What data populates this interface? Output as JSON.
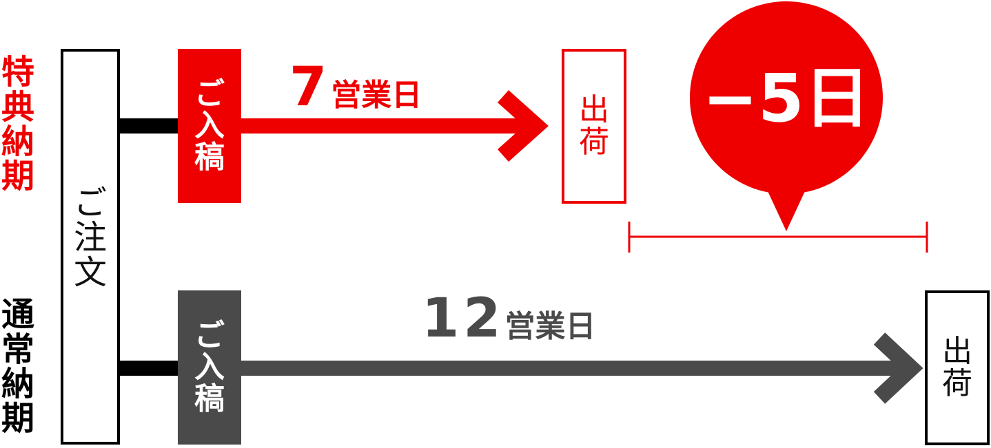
{
  "special": {
    "label": [
      "特",
      "典",
      "納",
      "期"
    ],
    "submit_label": [
      "ご",
      "入",
      "稿"
    ],
    "days_number": "7",
    "days_unit": "営業日",
    "ship_label": [
      "出",
      "荷"
    ]
  },
  "normal": {
    "label": [
      "通",
      "常",
      "納",
      "期"
    ],
    "submit_label": [
      "ご",
      "入",
      "稿"
    ],
    "days_number": "12",
    "days_unit": "営業日",
    "ship_label": [
      "出",
      "荷"
    ]
  },
  "order": {
    "label": [
      "ご",
      "注",
      "文"
    ]
  },
  "badge": {
    "text": "−5日"
  },
  "colors": {
    "accent_red": "#ee0000",
    "dark_gray": "#4a4a4a",
    "black": "#000000"
  }
}
